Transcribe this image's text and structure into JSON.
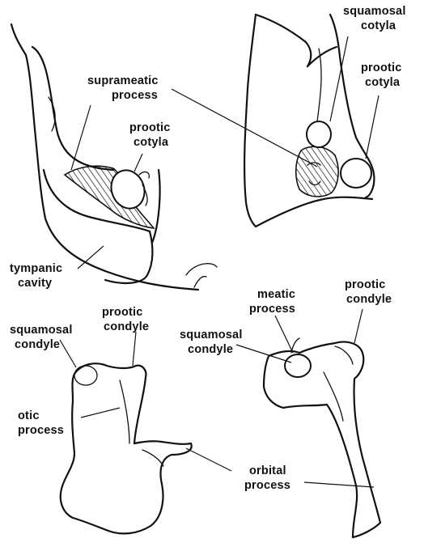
{
  "labels": {
    "squamosal_cotyla": [
      "squamosal",
      "cotyla"
    ],
    "prootic_cotyla_right": [
      "prootic",
      "cotyla"
    ],
    "suprameatic_process": [
      "suprameatic",
      "process"
    ],
    "prootic_cotyla_left": [
      "prootic",
      "cotyla"
    ],
    "tympanic_cavity": [
      "tympanic",
      "cavity"
    ],
    "meatic_process": [
      "meatic",
      "process"
    ],
    "prootic_condyle_right": [
      "prootic",
      "condyle"
    ],
    "prootic_condyle_left": [
      "prootic",
      "condyle"
    ],
    "squamosal_condyle_left": [
      "squamosal",
      "condyle"
    ],
    "squamosal_condyle_right": [
      "squamosal",
      "condyle"
    ],
    "otic_process": [
      "otic",
      "process"
    ],
    "orbital_process": [
      "orbital",
      "process"
    ]
  }
}
